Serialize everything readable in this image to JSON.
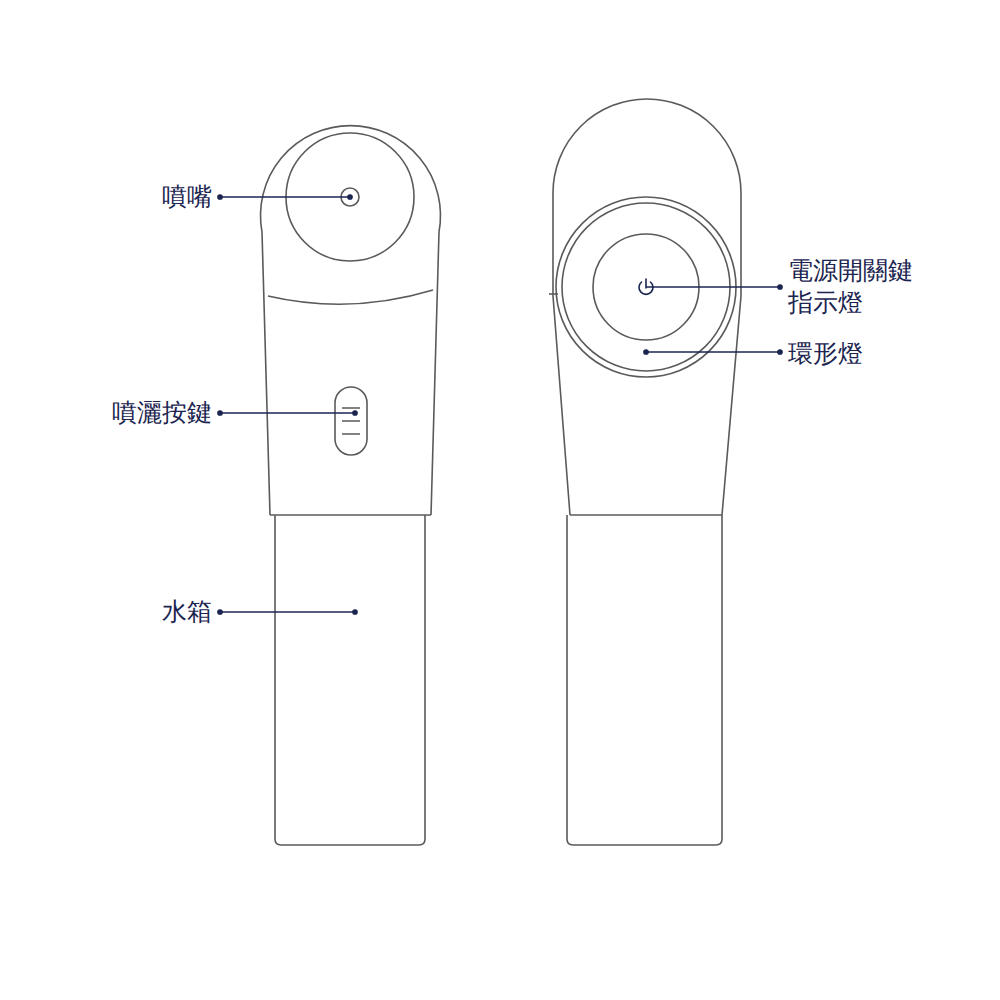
{
  "diagram": {
    "labels": [
      "噴嘴",
      "噴灑按鍵",
      "水箱",
      "電源開關鍵 指示燈",
      "環形燈"
    ]
  }
}
